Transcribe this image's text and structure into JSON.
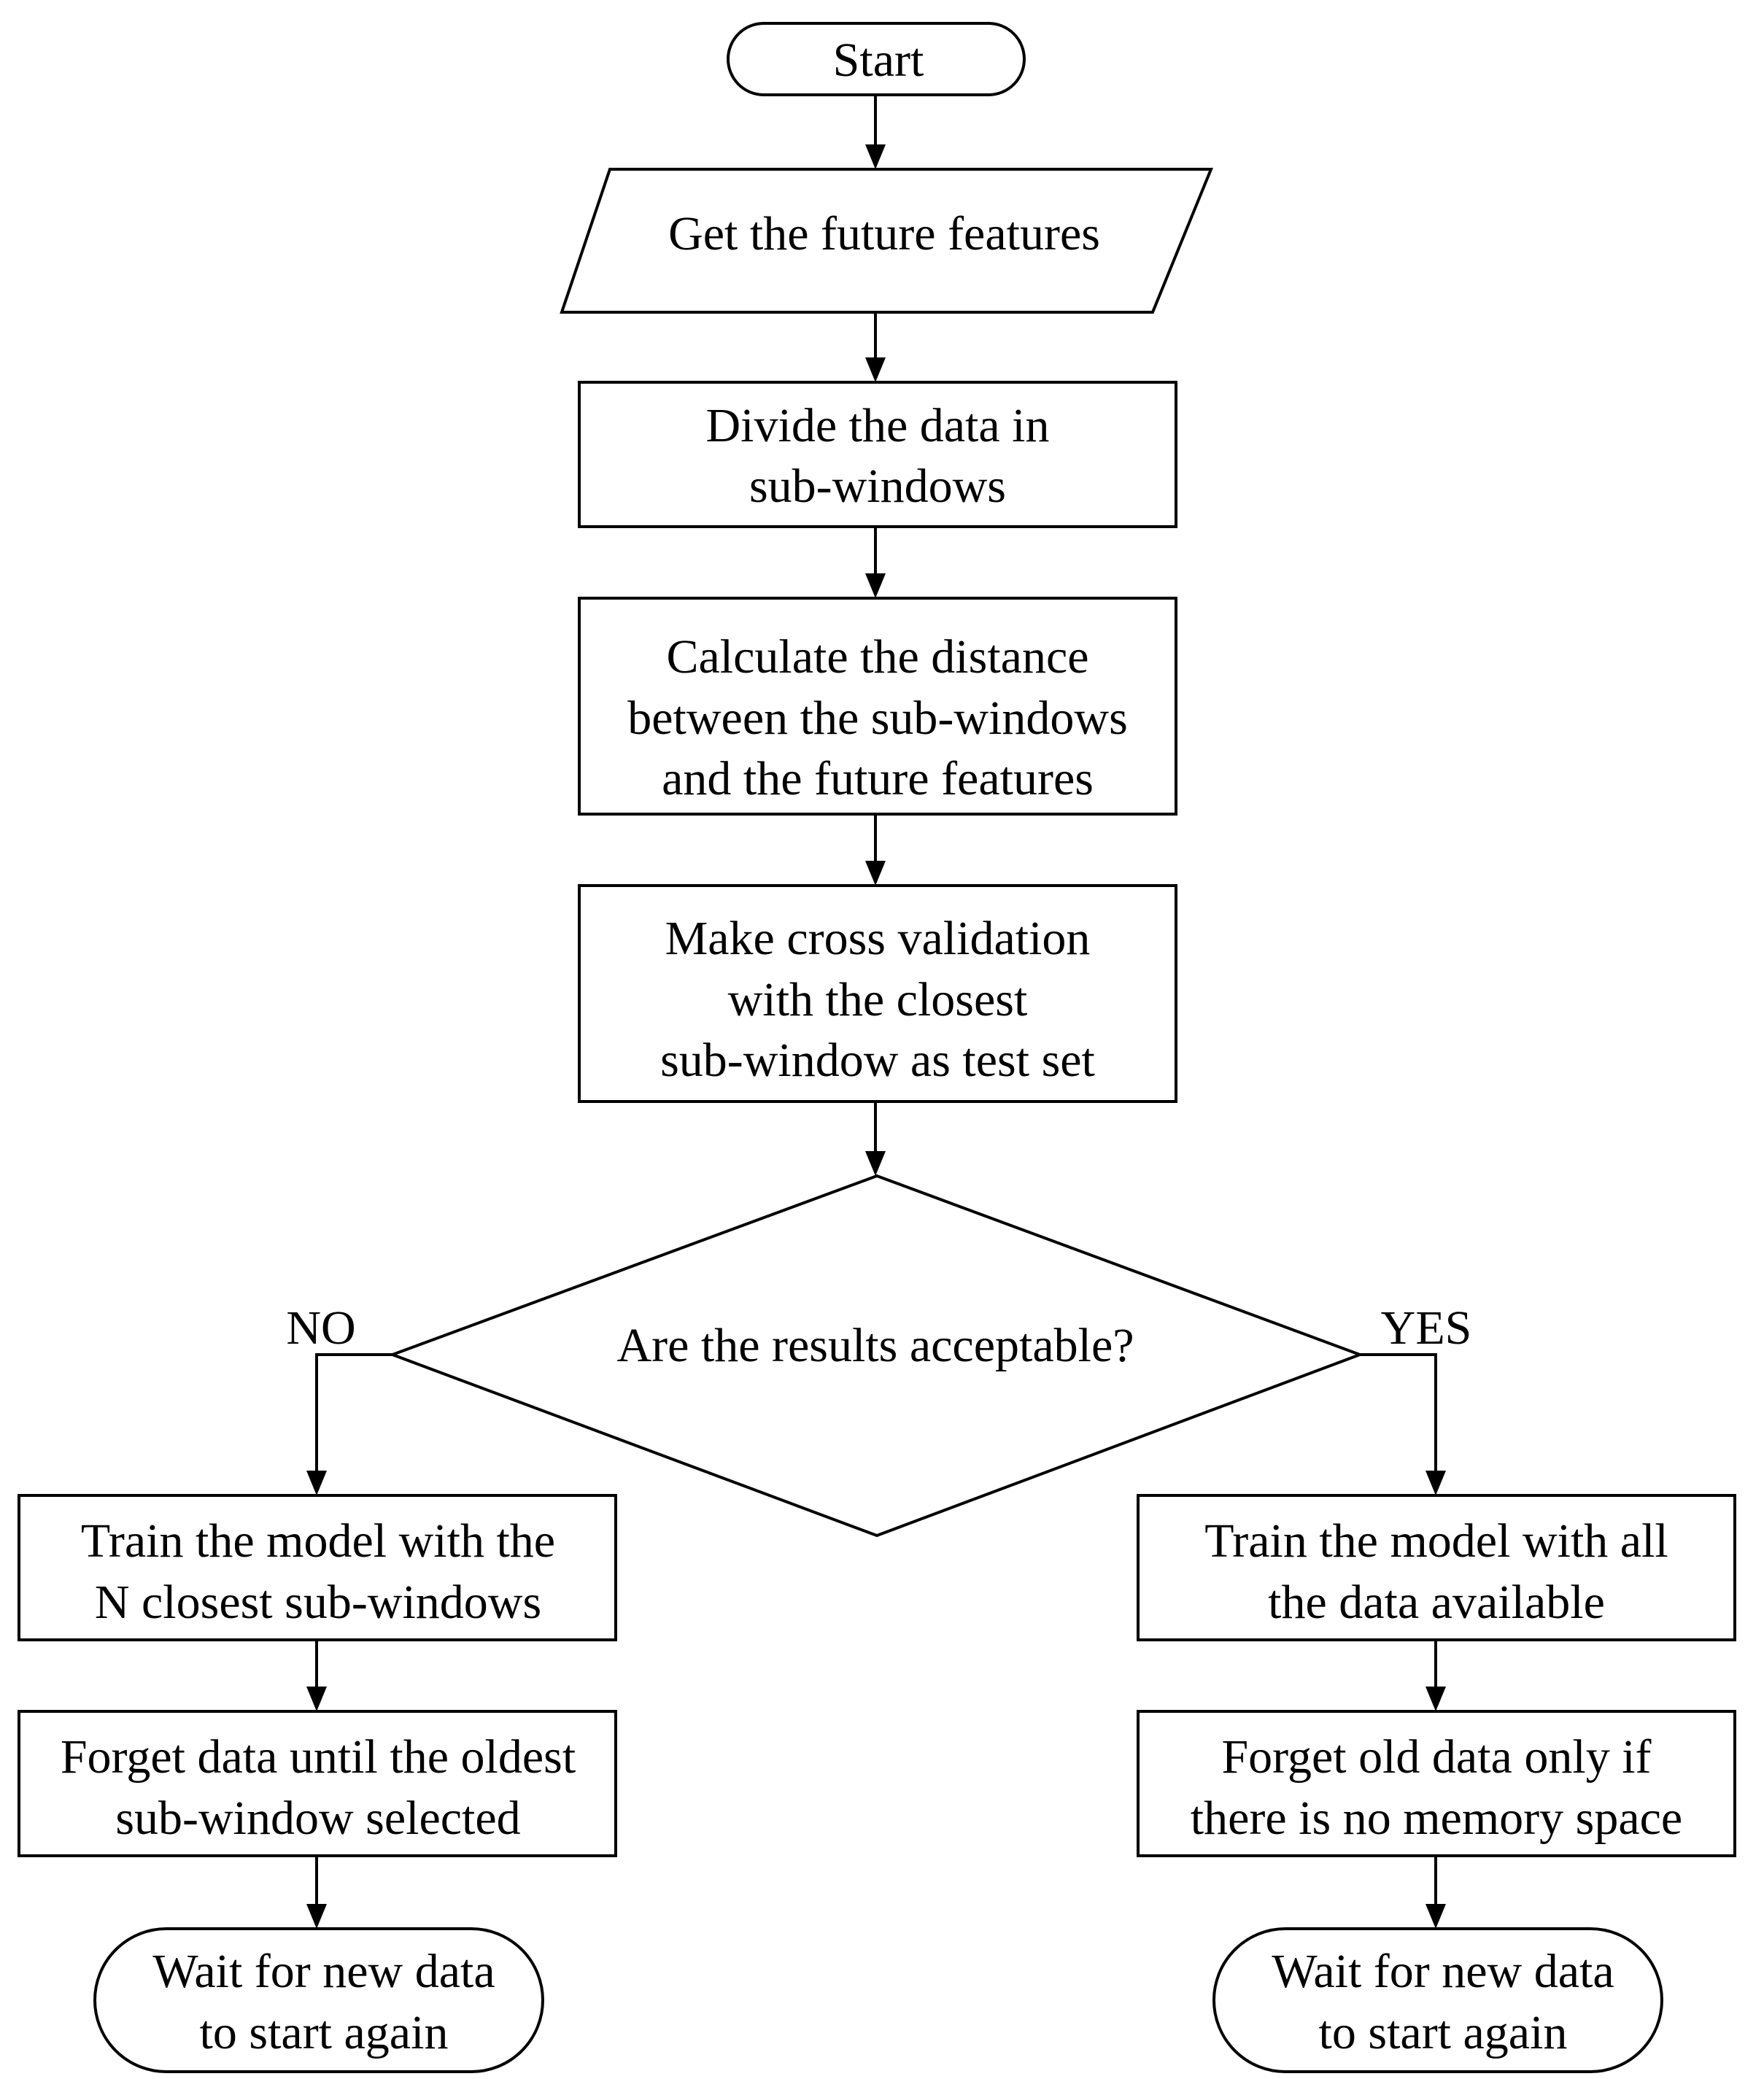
{
  "nodes": {
    "start": {
      "shape": "terminator",
      "lines": [
        "Start"
      ]
    },
    "get_features": {
      "shape": "input-output",
      "lines": [
        "Get the future features"
      ]
    },
    "divide": {
      "shape": "process",
      "lines": [
        "Divide the data in",
        "sub-windows"
      ]
    },
    "calculate": {
      "shape": "process",
      "lines": [
        "Calculate the distance",
        "between the sub-windows",
        "and the future features"
      ]
    },
    "cross_validation": {
      "shape": "process",
      "lines": [
        "Make cross validation",
        "with the closest",
        "sub-window as test set"
      ]
    },
    "decision": {
      "shape": "decision",
      "lines": [
        "Are the results acceptable?"
      ]
    },
    "train_n": {
      "shape": "process",
      "lines": [
        "Train the model with the",
        "N closest sub-windows"
      ]
    },
    "forget_oldest": {
      "shape": "process",
      "lines": [
        "Forget data until the oldest",
        "sub-window selected"
      ]
    },
    "wait_left": {
      "shape": "terminator",
      "lines": [
        "Wait for new data",
        "to start again"
      ]
    },
    "train_all": {
      "shape": "process",
      "lines": [
        "Train the model with all",
        "the data available"
      ]
    },
    "forget_old": {
      "shape": "process",
      "lines": [
        "Forget old data only if",
        "there is no memory space"
      ]
    },
    "wait_right": {
      "shape": "terminator",
      "lines": [
        "Wait for new data",
        "to start again"
      ]
    }
  },
  "branches": {
    "no": "NO",
    "yes": "YES"
  },
  "edges": [
    {
      "from": "start",
      "to": "get_features"
    },
    {
      "from": "get_features",
      "to": "divide"
    },
    {
      "from": "divide",
      "to": "calculate"
    },
    {
      "from": "calculate",
      "to": "cross_validation"
    },
    {
      "from": "cross_validation",
      "to": "decision"
    },
    {
      "from": "decision",
      "to": "train_n",
      "label": "NO"
    },
    {
      "from": "decision",
      "to": "train_all",
      "label": "YES"
    },
    {
      "from": "train_n",
      "to": "forget_oldest"
    },
    {
      "from": "forget_oldest",
      "to": "wait_left"
    },
    {
      "from": "train_all",
      "to": "forget_old"
    },
    {
      "from": "forget_old",
      "to": "wait_right"
    }
  ],
  "colors": {
    "stroke": "#000000",
    "fill": "#ffffff",
    "text": "#000000"
  }
}
